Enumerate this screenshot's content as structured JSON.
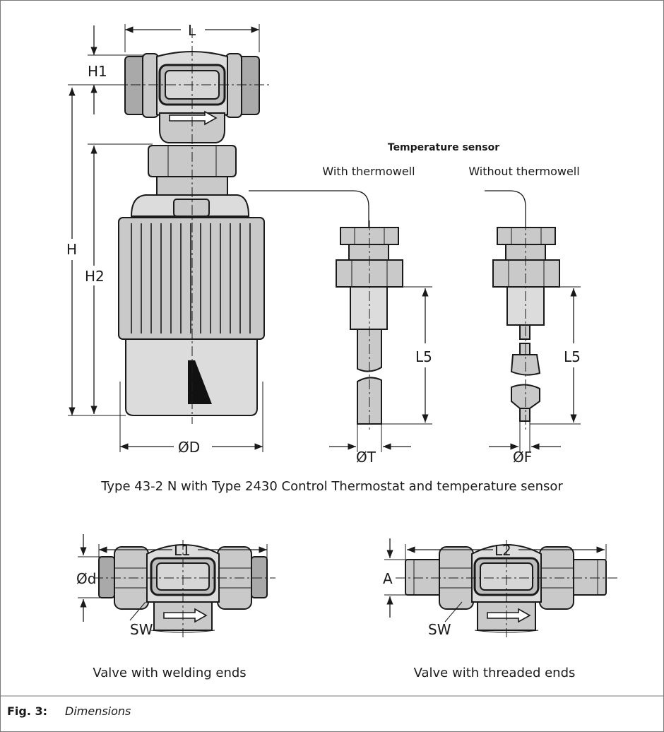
{
  "dimensions": {
    "L": "L",
    "H1": "H1",
    "H": "H",
    "H2": "H2",
    "D": "ØD",
    "T": "ØT",
    "F": "ØF",
    "L5_with": "L5",
    "L5_without": "L5",
    "L1": "L1",
    "d": "Ød",
    "SW_weld": "SW",
    "L2": "L2",
    "A": "A",
    "SW_thread": "SW"
  },
  "sensor": {
    "heading": "Temperature sensor",
    "with_thermowell": "With thermowell",
    "without_thermowell": "Without thermowell"
  },
  "captions": {
    "main": "Type 43-2 N with Type 2430 Control Thermostat and temperature sensor",
    "welding": "Valve with welding ends",
    "threaded": "Valve with threaded ends"
  },
  "figure": {
    "label": "Fig. 3:",
    "title": "Dimensions"
  },
  "colors": {
    "metal": "#c9c9c9",
    "metal_light": "#dcdcdc",
    "metal_dark": "#a9a9a9",
    "line": "#1a1a1a",
    "frame": "#7a7a7a"
  }
}
